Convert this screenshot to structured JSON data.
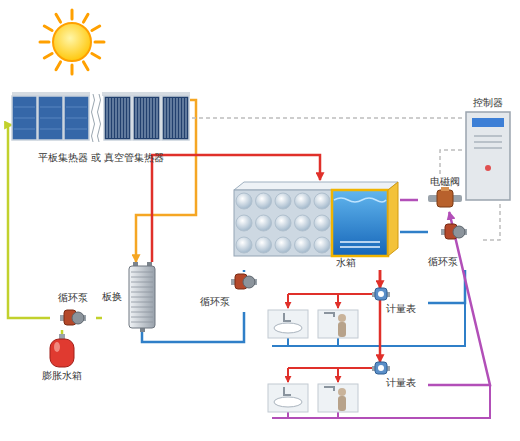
{
  "diagram": {
    "nodes": [
      {
        "text": [
          "平板集热器 或 真空管集热器"
        ]
      },
      {
        "text": [
          "控制器"
        ]
      },
      {
        "text": [
          "电磁阀"
        ]
      },
      {
        "text": [
          "水箱"
        ]
      },
      {
        "text": [
          "循环泵"
        ]
      },
      {
        "text": [
          "板换"
        ]
      },
      {
        "text": [
          "循环泵"
        ]
      },
      {
        "text": [
          "循环泵"
        ]
      },
      {
        "text": [
          "计量表"
        ]
      },
      {
        "text": [
          "膨胀水箱"
        ]
      },
      {
        "text": [
          "计量表"
        ]
      }
    ],
    "edges": [
      {
        "from": 7,
        "to": 0,
        "arrow": "to"
      },
      {
        "from": 0,
        "to": 5,
        "arrow": "to"
      },
      {
        "from": 5,
        "to": 7,
        "arrow": "none"
      },
      {
        "from": 5,
        "to": 3,
        "arrow": "to"
      },
      {
        "from": 3,
        "to": 6,
        "arrow": "none"
      },
      {
        "from": 6,
        "to": 5,
        "arrow": "none"
      },
      {
        "from": 3,
        "to": 8,
        "arrow": "to"
      },
      {
        "from": 3,
        "to": 10,
        "arrow": "to"
      },
      {
        "from": 8,
        "to": 4,
        "arrow": "none"
      },
      {
        "from": 4,
        "to": 3,
        "arrow": "none"
      },
      {
        "from": 10,
        "to": 2,
        "arrow": "to"
      },
      {
        "from": 2,
        "to": 3,
        "arrow": "none"
      },
      {
        "from": 7,
        "to": 9,
        "arrow": "none"
      },
      {
        "from": 1,
        "to": 0,
        "arrow": "none"
      },
      {
        "from": 1,
        "to": 2,
        "arrow": "none"
      },
      {
        "from": 1,
        "to": 4,
        "arrow": "none"
      }
    ]
  }
}
